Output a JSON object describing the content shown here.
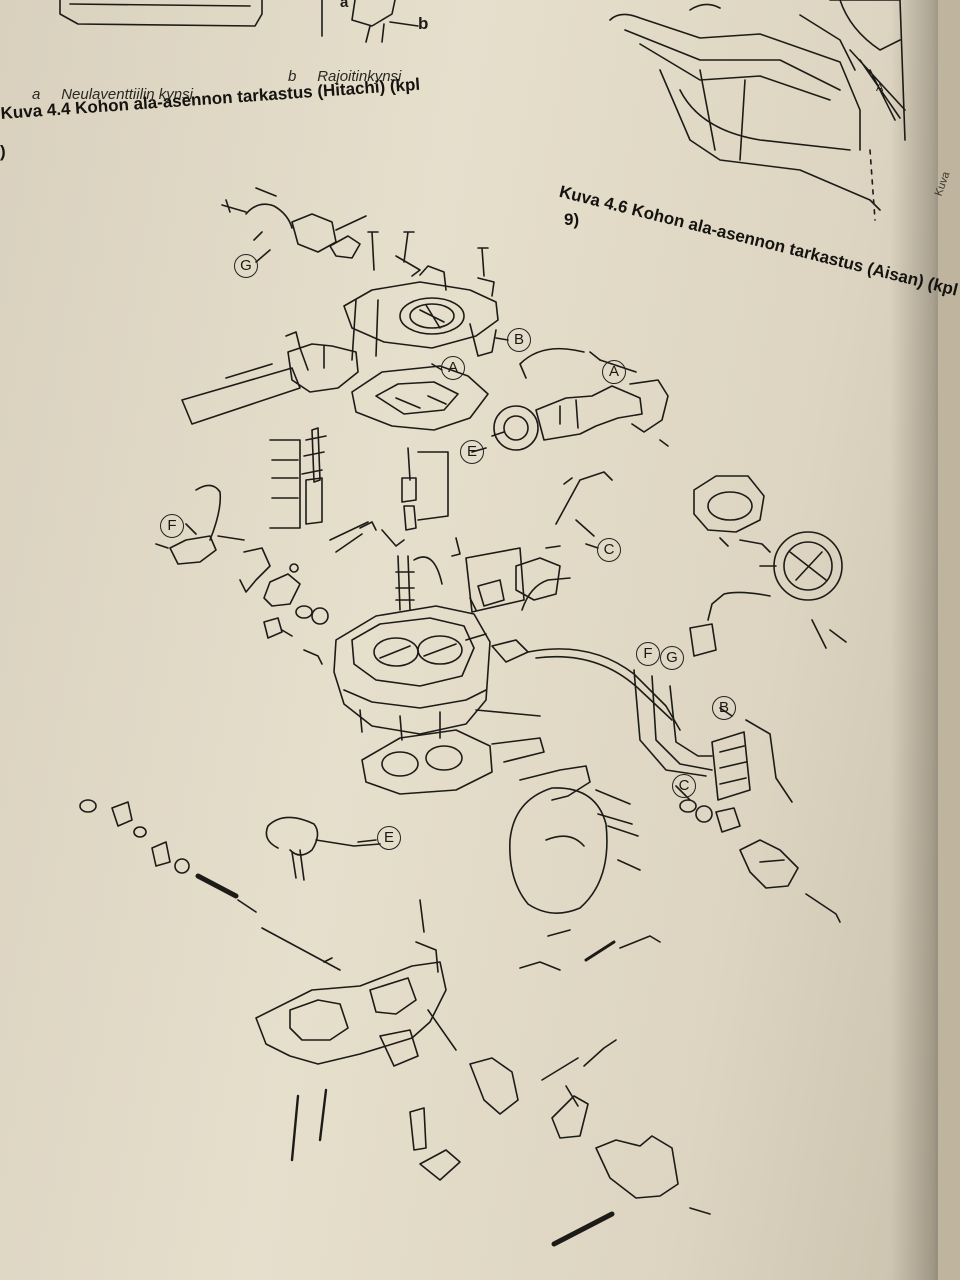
{
  "captions": {
    "fig_top_left_label_a_key": "a",
    "fig_top_left_label_a_text": "Neulaventtiilin kynsi",
    "fig_top_left_label_b_key": "b",
    "fig_top_left_label_b_text": "Rajoitinkynsi",
    "fig_4_4_title": "Kuva 4.4 Kohon ala-asennon tarkastus (Hitachi) (kpl",
    "fig_4_4_title_cont": ")",
    "fig_4_6_title": "Kuva 4.6 Kohon ala-asennon tarkastus (Aisan) (kpl",
    "fig_4_6_title_cont": "9)",
    "side_page_text": "Kuva"
  },
  "top_figure_labels": {
    "a": "a",
    "b": "b"
  },
  "right_figure_labels": {
    "A": "A"
  },
  "callouts": [
    "G",
    "B",
    "A",
    "A",
    "E",
    "F",
    "C",
    "F",
    "G",
    "B",
    "C",
    "E"
  ],
  "colors": {
    "paper": "#e2dbc8",
    "ink": "#1d1b18"
  }
}
